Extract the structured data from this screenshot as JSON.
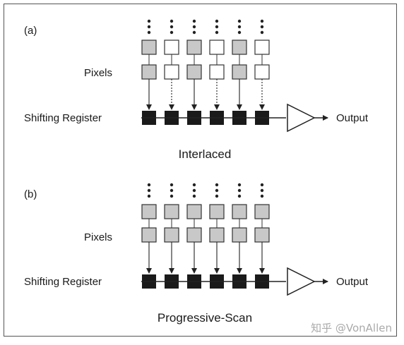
{
  "colors": {
    "pixel_fill_gray": "#c8c8c8",
    "pixel_fill_white": "#ffffff",
    "register_fill": "#1a1a1a",
    "line": "#222222"
  },
  "panels": [
    {
      "tag": "(a)",
      "pixels_label": "Pixels",
      "register_label": "Shifting Register",
      "output_label": "Output",
      "caption": "Interlaced",
      "columns": [
        {
          "pixel_fill": "gray",
          "link": "solid"
        },
        {
          "pixel_fill": "white",
          "link": "dashed"
        },
        {
          "pixel_fill": "gray",
          "link": "solid"
        },
        {
          "pixel_fill": "white",
          "link": "dashed"
        },
        {
          "pixel_fill": "gray",
          "link": "solid"
        },
        {
          "pixel_fill": "white",
          "link": "dashed"
        }
      ]
    },
    {
      "tag": "(b)",
      "pixels_label": "Pixels",
      "register_label": "Shifting Register",
      "output_label": "Output",
      "caption": "Progressive-Scan",
      "columns": [
        {
          "pixel_fill": "gray",
          "link": "solid"
        },
        {
          "pixel_fill": "gray",
          "link": "solid"
        },
        {
          "pixel_fill": "gray",
          "link": "solid"
        },
        {
          "pixel_fill": "gray",
          "link": "solid"
        },
        {
          "pixel_fill": "gray",
          "link": "solid"
        },
        {
          "pixel_fill": "gray",
          "link": "solid"
        }
      ]
    }
  ],
  "watermark": "知乎 @VonAllen"
}
